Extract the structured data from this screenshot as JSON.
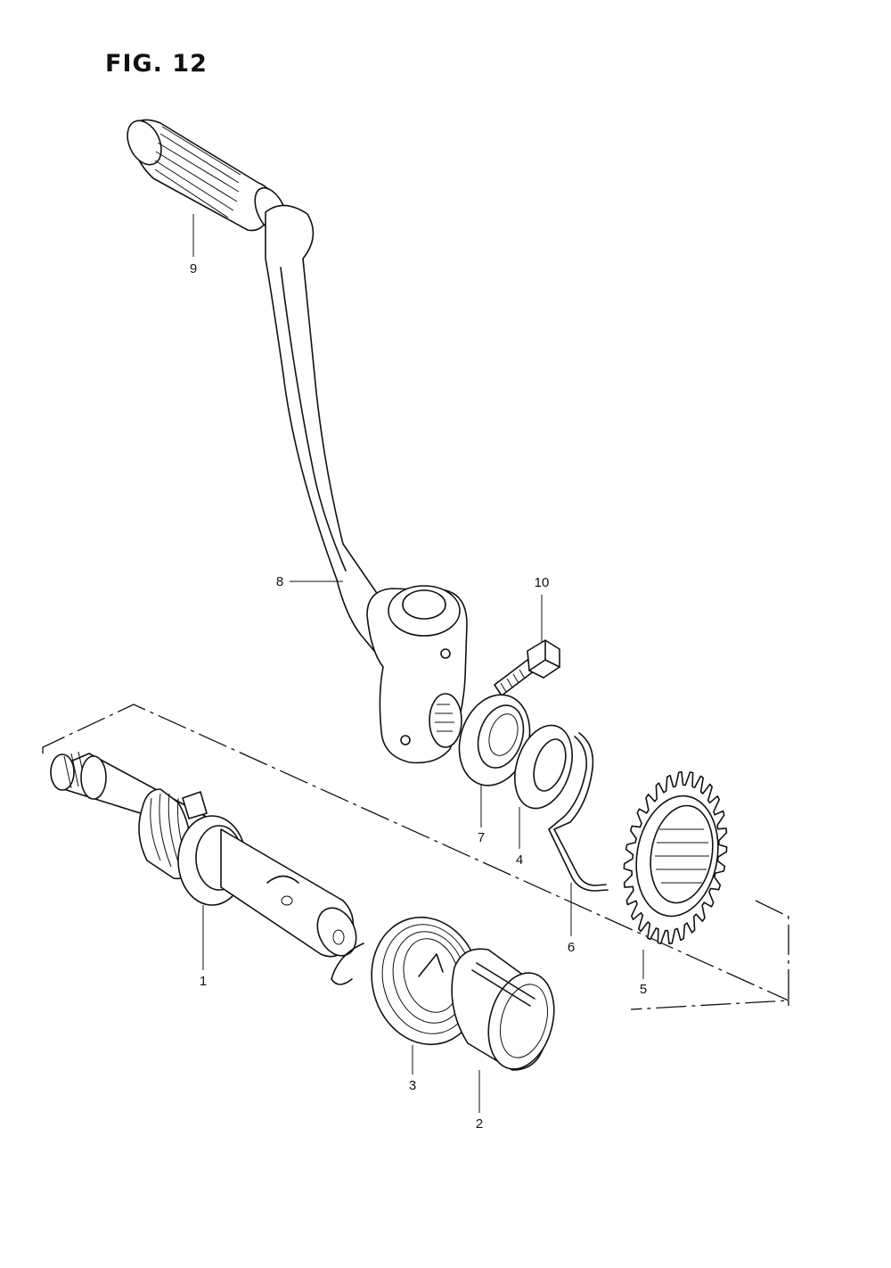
{
  "figure": {
    "title": "FIG. 12"
  },
  "callouts": [
    {
      "id": "1",
      "label": "1",
      "part": "kick starter shaft"
    },
    {
      "id": "2",
      "label": "2",
      "part": "guide"
    },
    {
      "id": "3",
      "label": "3",
      "part": "return spring"
    },
    {
      "id": "4",
      "label": "4",
      "part": "washer"
    },
    {
      "id": "5",
      "label": "5",
      "part": "kick starter idle gear"
    },
    {
      "id": "6",
      "label": "6",
      "part": "spring"
    },
    {
      "id": "7",
      "label": "7",
      "part": "oil seal"
    },
    {
      "id": "8",
      "label": "8",
      "part": "kick starter lever"
    },
    {
      "id": "9",
      "label": "9",
      "part": "lever grip"
    },
    {
      "id": "10",
      "label": "10",
      "part": "bolt"
    }
  ]
}
